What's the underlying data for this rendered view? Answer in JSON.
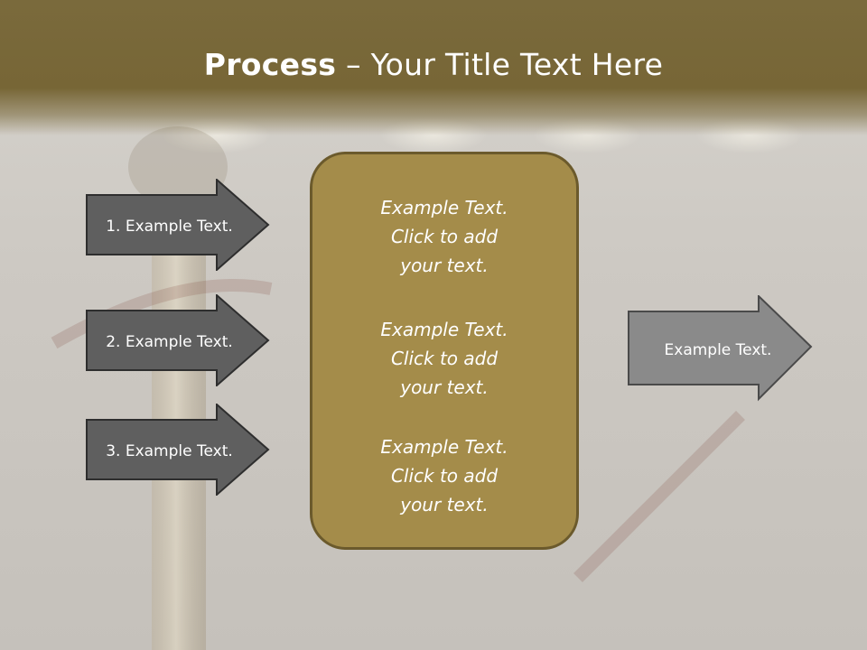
{
  "slide": {
    "title_bold": "Process",
    "title_rest": " – Your Title Text Here"
  },
  "left_steps": [
    {
      "label": "1. Example Text."
    },
    {
      "label": "2. Example Text."
    },
    {
      "label": "3. Example Text."
    }
  ],
  "center_items": [
    {
      "text": "Example Text.\nClick  to add\nyour text."
    },
    {
      "text": "Example Text.\nClick  to add\nyour text."
    },
    {
      "text": "Example Text.\nClick  to add\nyour text."
    }
  ],
  "right_arrow": {
    "label": "Example Text."
  },
  "colors": {
    "title_bar": "#776636",
    "left_arrow_fill": "#5f5f5f",
    "center_box_fill": "#a48c4a",
    "center_box_border": "#6b5a2c",
    "right_arrow_fill": "#8a8a8a"
  }
}
